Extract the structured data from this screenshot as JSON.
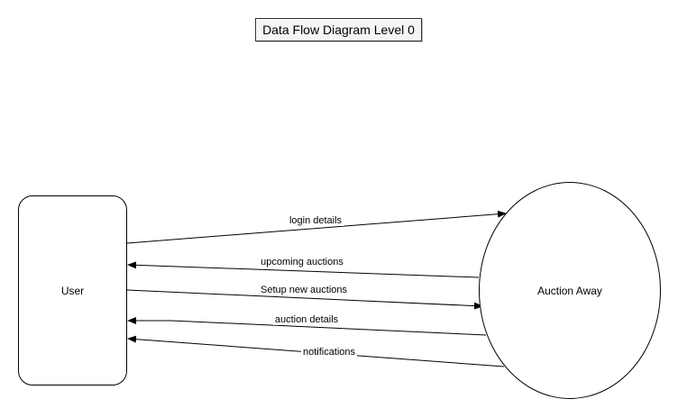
{
  "title": "Data Flow Diagram Level 0",
  "nodes": {
    "user": "User",
    "system": "Auction Away"
  },
  "flows": [
    {
      "id": "login-details",
      "label": "login details",
      "from": "User",
      "to": "Auction Away"
    },
    {
      "id": "upcoming-auctions",
      "label": "upcoming auctions",
      "from": "Auction Away",
      "to": "User"
    },
    {
      "id": "setup-new-auctions",
      "label": "Setup new auctions",
      "from": "User",
      "to": "Auction Away"
    },
    {
      "id": "auction-details",
      "label": "auction details",
      "from": "Auction Away",
      "to": "User"
    },
    {
      "id": "notifications",
      "label": "notifications",
      "from": "Auction Away",
      "to": "User"
    }
  ]
}
